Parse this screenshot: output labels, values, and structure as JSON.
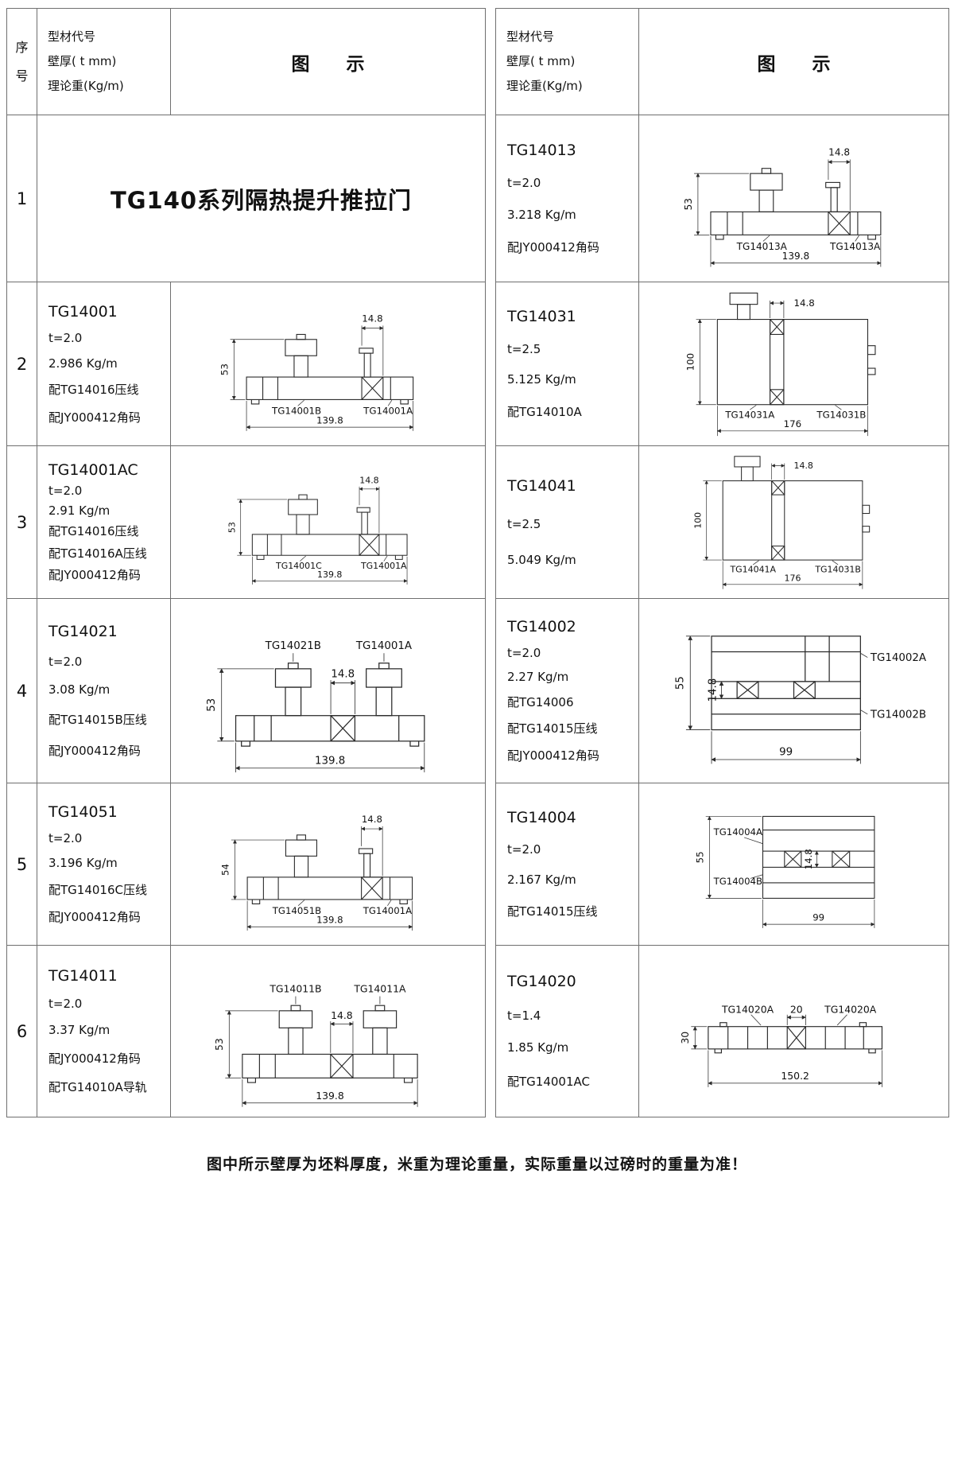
{
  "document": {
    "footer_note": "图中所示壁厚为坯料厚度，米重为理论重量，实际重量以过磅时的重量为准！"
  },
  "header": {
    "seq": "序号",
    "info": [
      "型材代号",
      "壁厚( t mm)",
      "理论重(Kg/m)"
    ],
    "diagram": "图　　示"
  },
  "left": {
    "title_row": {
      "seq": "1",
      "title": "TG140系列隔热提升推拉门"
    },
    "rows": [
      {
        "seq": "2",
        "code": "TG14001",
        "lines": [
          "t=2.0",
          "2.986 Kg/m",
          "配TG14016压线",
          "配JY000412角码"
        ],
        "diagram": {
          "height": "53",
          "gap": "14.8",
          "width": "139.8",
          "part_left": "TG14001B",
          "part_right": "TG14001A"
        }
      },
      {
        "seq": "3",
        "code": "TG14001AC",
        "lines": [
          "t=2.0",
          "2.91 Kg/m",
          "配TG14016压线",
          "配TG14016A压线",
          "配JY000412角码"
        ],
        "diagram": {
          "height": "53",
          "gap": "14.8",
          "width": "139.8",
          "part_left": "TG14001C",
          "part_right": "TG14001A"
        }
      },
      {
        "seq": "4",
        "code": "TG14021",
        "lines": [
          "t=2.0",
          "3.08 Kg/m",
          "配TG14015B压线",
          "配JY000412角码"
        ],
        "diagram": {
          "height": "53",
          "gap": "14.8",
          "width": "139.8",
          "part_left": "TG14021B",
          "part_right": "TG14001A"
        }
      },
      {
        "seq": "5",
        "code": "TG14051",
        "lines": [
          "t=2.0",
          "3.196 Kg/m",
          "配TG14016C压线",
          "配JY000412角码"
        ],
        "diagram": {
          "height": "54",
          "gap": "14.8",
          "width": "139.8",
          "part_left": "TG14051B",
          "part_right": "TG14001A"
        }
      },
      {
        "seq": "6",
        "code": "TG14011",
        "lines": [
          "t=2.0",
          "3.37 Kg/m",
          "配JY000412角码",
          "配TG14010A导轨"
        ],
        "diagram": {
          "height": "53",
          "gap": "14.8",
          "width": "139.8",
          "part_left": "TG14011B",
          "part_right": "TG14011A"
        }
      }
    ]
  },
  "right": {
    "rows": [
      {
        "code": "TG14013",
        "lines": [
          "t=2.0",
          "3.218 Kg/m",
          "配JY000412角码"
        ],
        "diagram": {
          "height": "53",
          "gap": "14.8",
          "width": "139.8",
          "part_left": "TG14013A",
          "part_right": "TG14013A"
        }
      },
      {
        "code": "TG14031",
        "lines": [
          "t=2.5",
          "5.125 Kg/m",
          "配TG14010A"
        ],
        "diagram": {
          "height": "100",
          "gap": "14.8",
          "width": "176",
          "part_left": "TG14031A",
          "part_right": "TG14031B"
        }
      },
      {
        "code": "TG14041",
        "lines": [
          "t=2.5",
          "5.049 Kg/m"
        ],
        "diagram": {
          "height": "100",
          "gap": "14.8",
          "width": "176",
          "part_left": "TG14041A",
          "part_right": "TG14031B"
        }
      },
      {
        "code": "TG14002",
        "lines": [
          "t=2.0",
          "2.27 Kg/m",
          "配TG14006",
          "配TG14015压线",
          "配JY000412角码"
        ],
        "diagram": {
          "height": "55",
          "gap": "14.8",
          "width": "99",
          "part_left": "TG14002A",
          "part_right": "TG14002B"
        }
      },
      {
        "code": "TG14004",
        "lines": [
          "t=2.0",
          "2.167 Kg/m",
          "配TG14015压线"
        ],
        "diagram": {
          "height": "55",
          "gap": "14.8",
          "width": "99",
          "part_left": "TG14004A",
          "part_right": "TG14004B"
        }
      },
      {
        "code": "TG14020",
        "lines": [
          "t=1.4",
          "1.85 Kg/m",
          "配TG14001AC"
        ],
        "diagram": {
          "height": "30",
          "gap": "20",
          "width": "150.2",
          "part_left": "TG14020A",
          "part_right": "TG14020A"
        }
      }
    ]
  }
}
